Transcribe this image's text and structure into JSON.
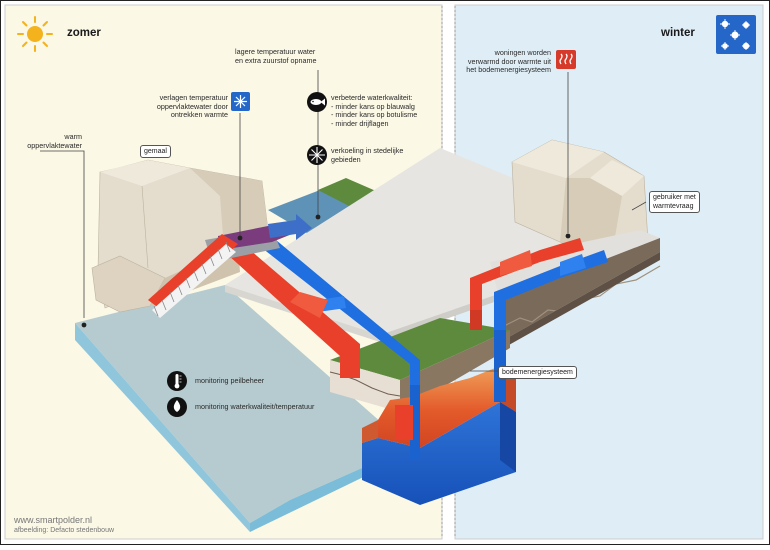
{
  "seasons": {
    "summer": "zomer",
    "winter": "winter"
  },
  "annotations": {
    "warm_surface_water": [
      "warm",
      "oppervlaktewater"
    ],
    "pumping_station": "gemaal",
    "lower_temperature": [
      "verlagen temperatuur",
      "oppervlaktewater door",
      "ontrekken warmte"
    ],
    "lower_water_temp": [
      "lagere temperatuur water",
      "en extra zuurstof opname"
    ],
    "water_quality": [
      "verbeterde waterkwaliteit:",
      "- minder kans op blauwalg",
      "- minder kans op botulisme",
      "- minder drijflagen"
    ],
    "urban_cooling": [
      "verkoeling in stedelijke",
      "gebieden"
    ],
    "homes_heated": [
      "woningen worden",
      "verwarmd door warmte uit",
      "het bodemenergiesysteem"
    ],
    "heat_user": [
      "gebruiker met",
      "warmtevraag"
    ],
    "soil_energy_system": "bodemenergiesysteem",
    "monitoring_level": "monitoring peilbeheer",
    "monitoring_quality": "monitoring waterkwaliteit/temperatuur"
  },
  "credits": {
    "website": "www.smartpolder.nl",
    "image_by": "afbeelding: Defacto stedenbouw"
  },
  "icons": [
    "sun-icon",
    "snowflake-icon",
    "cooling-icon",
    "fish-icon",
    "sparkle-icon",
    "heating-icon",
    "thermometer-icon",
    "water-drop-icon"
  ],
  "colors": {
    "summer_bg": "#fbf8e6",
    "winter_bg": "#dfeef6",
    "warm": "#e8402a",
    "cold": "#2275e0",
    "ground": "#5e8a3e",
    "water": "#b7ccd0"
  }
}
